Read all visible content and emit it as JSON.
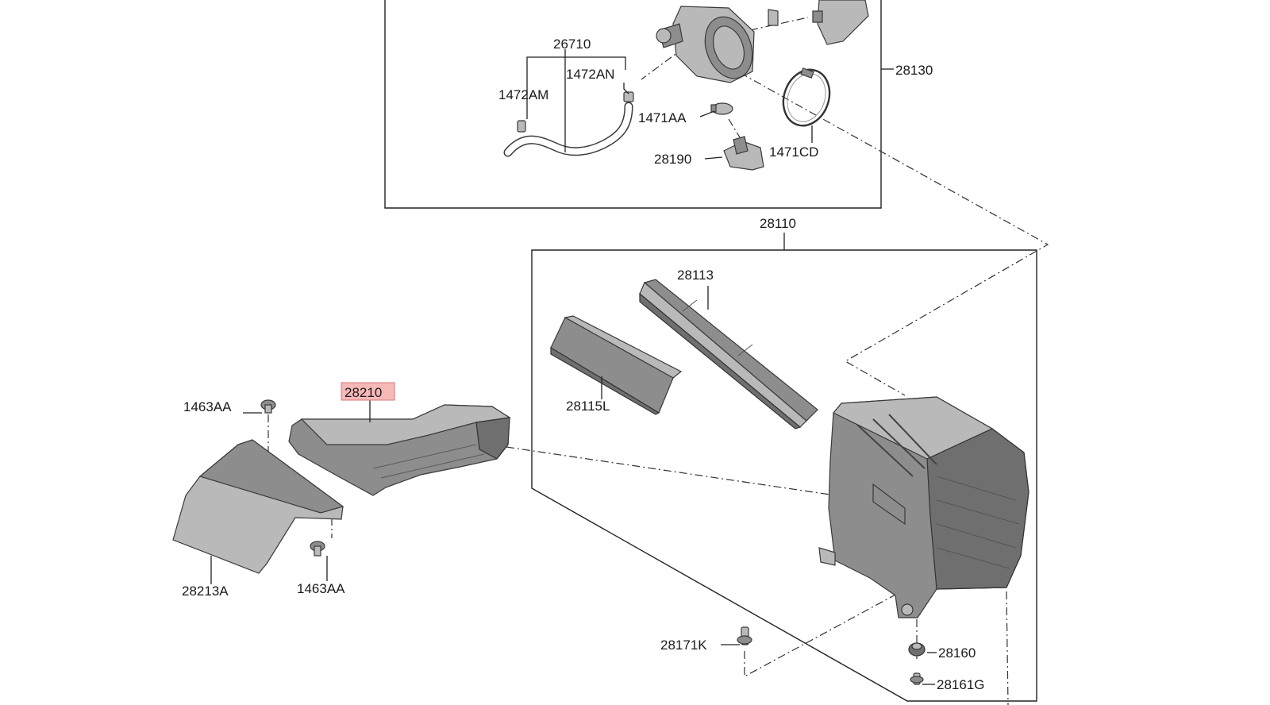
{
  "callouts": {
    "p26710": "26710",
    "p1472AM": "1472AM",
    "p1472AN": "1472AN",
    "p1471AA": "1471AA",
    "p28190": "28190",
    "p1471CD": "1471CD",
    "p28130": "28130",
    "p28110": "28110",
    "p28113": "28113",
    "p28115L": "28115L",
    "p28210": "28210",
    "p1463AA_top": "1463AA",
    "p1463AA_bottom": "1463AA",
    "p28213A": "28213A",
    "p28171K": "28171K",
    "p28160": "28160",
    "p28161G": "28161G"
  },
  "highlighted_part": "28210",
  "colors": {
    "highlight_fill": "#f7b8b8",
    "part_gray": "#8d8d8d",
    "line": "#222222"
  }
}
